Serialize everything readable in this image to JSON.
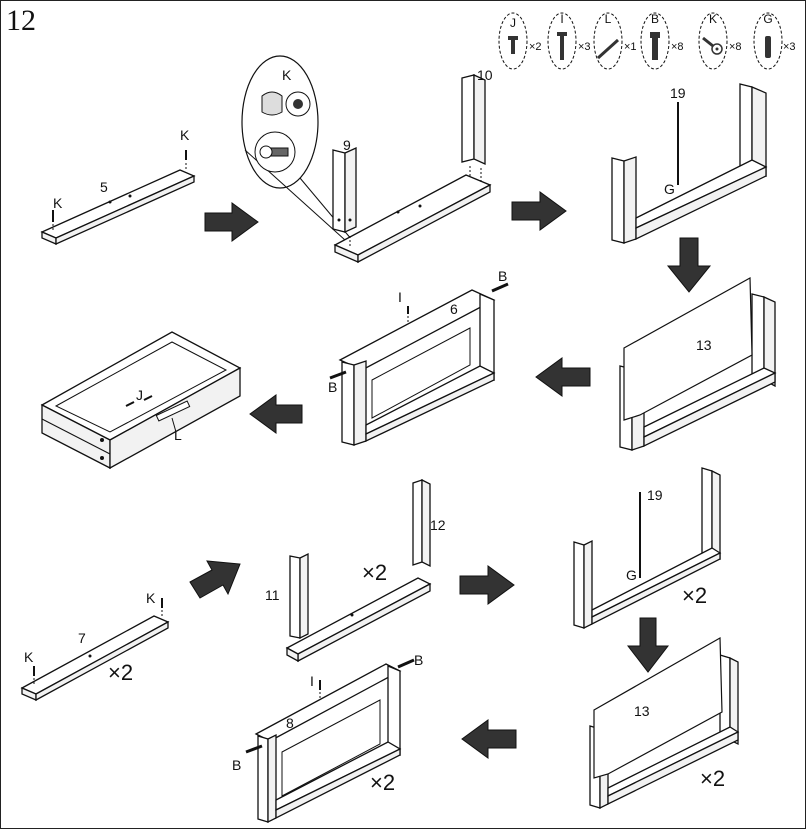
{
  "step_number": "12",
  "hardware": [
    {
      "letter": "J",
      "count": "×2",
      "icon": "short-screw-icon"
    },
    {
      "letter": "I",
      "count": "×3",
      "icon": "long-screw-icon"
    },
    {
      "letter": "L",
      "count": "×1",
      "icon": "handle-rod-icon"
    },
    {
      "letter": "B",
      "count": "×8",
      "icon": "cam-bolt-icon"
    },
    {
      "letter": "K",
      "count": "×8",
      "icon": "cam-lock-icon"
    },
    {
      "letter": "G",
      "count": "×3",
      "icon": "dowel-icon"
    }
  ],
  "labels": {
    "k": "K",
    "part_5": "5",
    "part_9": "9",
    "part_10": "10",
    "part_19": "19",
    "g": "G",
    "part_13": "13",
    "i": "I",
    "part_6": "6",
    "b": "B",
    "j": "J",
    "l": "L",
    "part_7": "7",
    "part_11": "11",
    "part_12": "12",
    "part_8": "8"
  },
  "multiplier": "×2"
}
